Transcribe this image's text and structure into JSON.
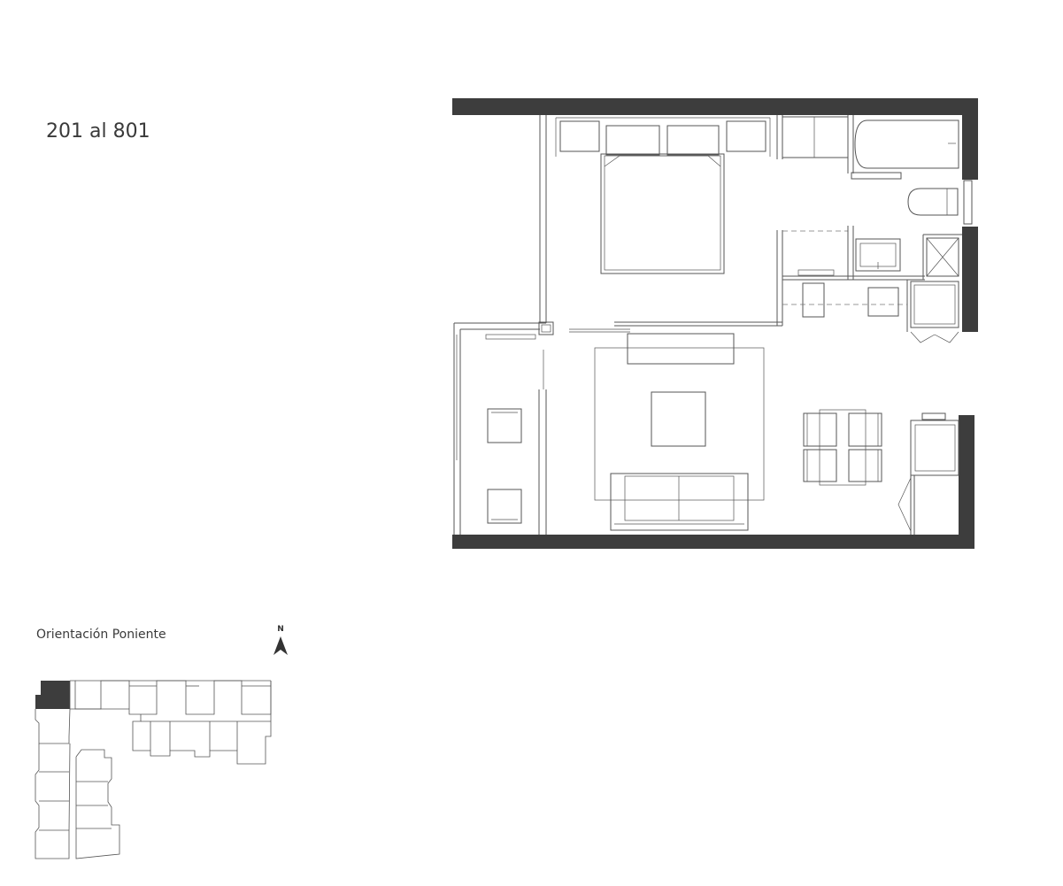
{
  "unit": {
    "title": "201 al 801"
  },
  "key_plan": {
    "orientation_label": "Orientación Poniente"
  },
  "north": {
    "letter": "N"
  },
  "colors": {
    "wall": "#3d3d3d",
    "line": "#555555",
    "background": "#ffffff"
  },
  "icons": {
    "north_arrow": "north-arrow-icon"
  }
}
